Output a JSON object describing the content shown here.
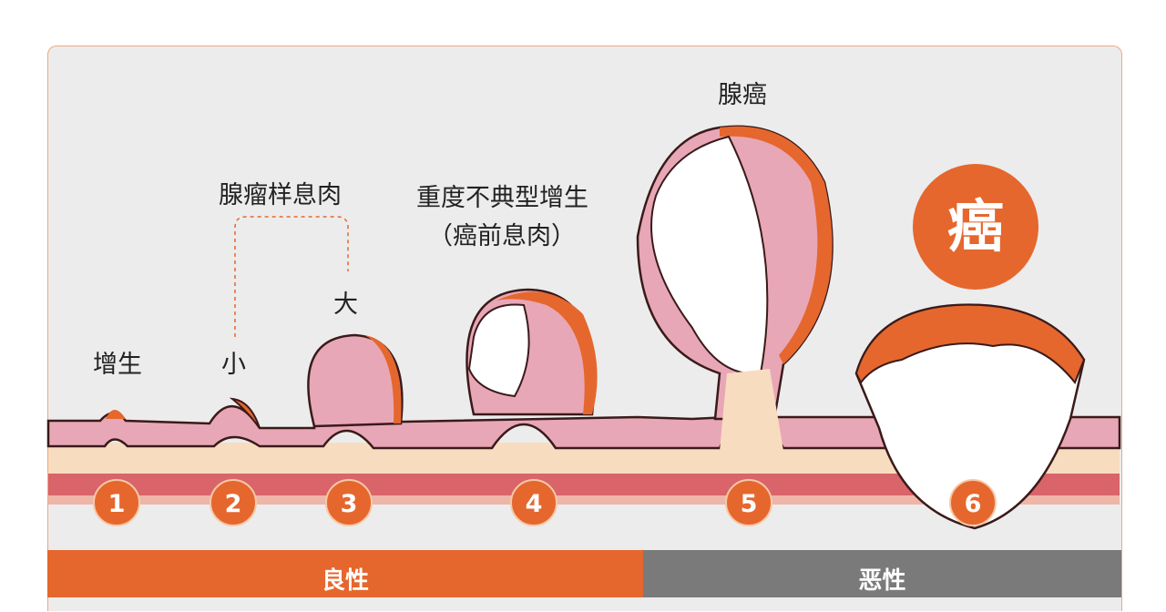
{
  "stages": [
    {
      "number": "1",
      "label": "增生"
    },
    {
      "number": "2",
      "label": "小"
    },
    {
      "number": "3",
      "label": "大"
    },
    {
      "number": "4",
      "label": "重度不典型增生",
      "sublabel": "（癌前息肉）"
    },
    {
      "number": "5",
      "label": "腺癌"
    },
    {
      "number": "6",
      "label": "癌"
    }
  ],
  "group_label": "腺瘤样息肉",
  "bars": {
    "benign": "良性",
    "malignant": "恶性"
  },
  "colors": {
    "orange": "#e5672d",
    "gray": "#7a7a7a",
    "pink": "#e8a7b6",
    "beige": "#f8dcc0",
    "muscle": "#d9646a"
  }
}
